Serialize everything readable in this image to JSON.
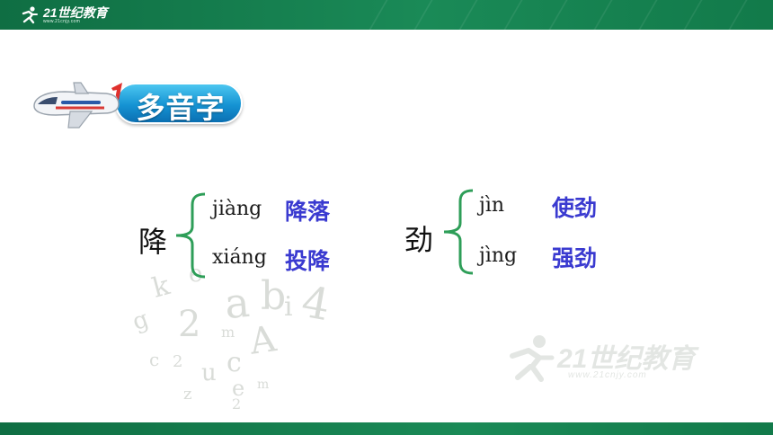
{
  "header": {
    "logo_name": "21世纪教育",
    "logo_url": "www.21cnjy.com",
    "bar_color": "#1a8a57"
  },
  "title": {
    "text": "多音字",
    "pill_color": "#1593d3",
    "icon": "airplane-icon"
  },
  "groups": [
    {
      "character": "降",
      "readings": [
        {
          "pinyin": "jiàng",
          "word": "降落"
        },
        {
          "pinyin": "xiáng",
          "word": "投降"
        }
      ]
    },
    {
      "character": "劲",
      "readings": [
        {
          "pinyin": "jìn",
          "word": "使劲"
        },
        {
          "pinyin": "jìng",
          "word": "强劲"
        }
      ]
    }
  ],
  "watermark": {
    "name": "21世纪教育",
    "url": "www.21cnjy.com"
  },
  "colors": {
    "brace": "#2e9e58",
    "word": "#3a3ad0"
  }
}
